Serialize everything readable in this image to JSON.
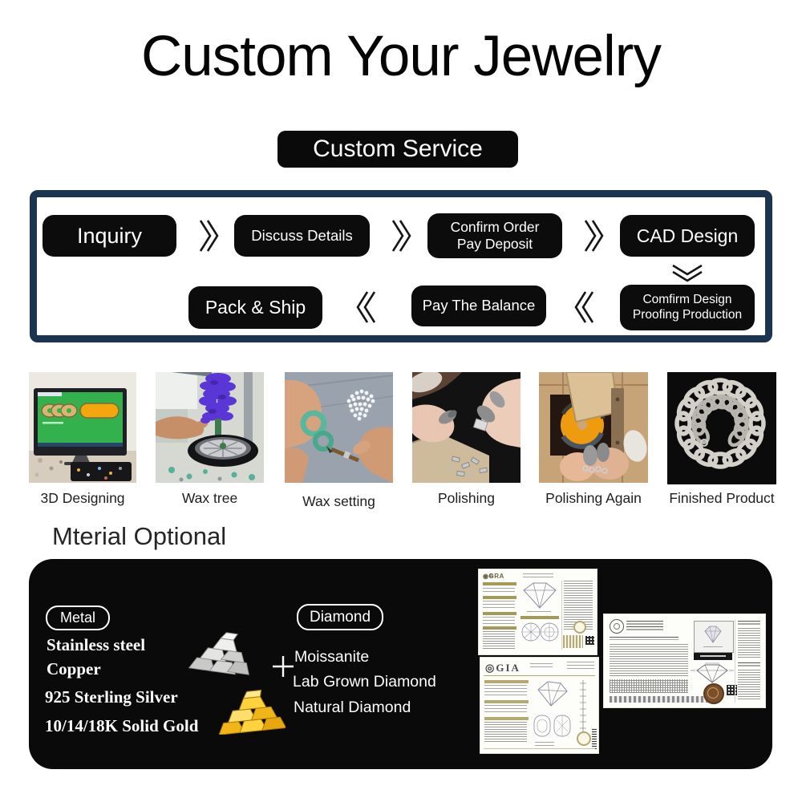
{
  "page": {
    "title": "Custom Your Jewelry",
    "service_badge": "Custom Service"
  },
  "flow": {
    "steps": {
      "inquiry": "Inquiry",
      "discuss": "Discuss Details",
      "confirm_order_line1": "Confirm Order",
      "confirm_order_line2": "Pay Deposit",
      "cad": "CAD Design",
      "confirm_design_line1": "Comfirm Design",
      "confirm_design_line2": "Proofing Production",
      "balance": "Pay The Balance",
      "pack_ship": "Pack & Ship"
    }
  },
  "process": {
    "captions": [
      "3D Designing",
      "Wax tree",
      "Wax setting",
      "Polishing",
      "Polishing Again",
      "Finished Product"
    ]
  },
  "material": {
    "heading": "Mterial Optional",
    "metal": {
      "label": "Metal",
      "items": [
        "Stainless steel",
        "Copper",
        "925 Sterling Silver",
        "10/14/18K Solid Gold"
      ]
    },
    "plus": "+",
    "diamond": {
      "label": "Diamond",
      "items": [
        "Moissanite",
        "Lab Grown Diamond",
        "Natural Diamond"
      ]
    },
    "certificates": {
      "gra_logo": "GRA",
      "gia_logo": "GIA"
    }
  },
  "colors": {
    "flow_border_navy": "#1b3450",
    "panel_black": "#0a0a0a",
    "screen_green": "#33b14d",
    "gold": "#f0b51c",
    "cert_gold": "#a39a58"
  }
}
